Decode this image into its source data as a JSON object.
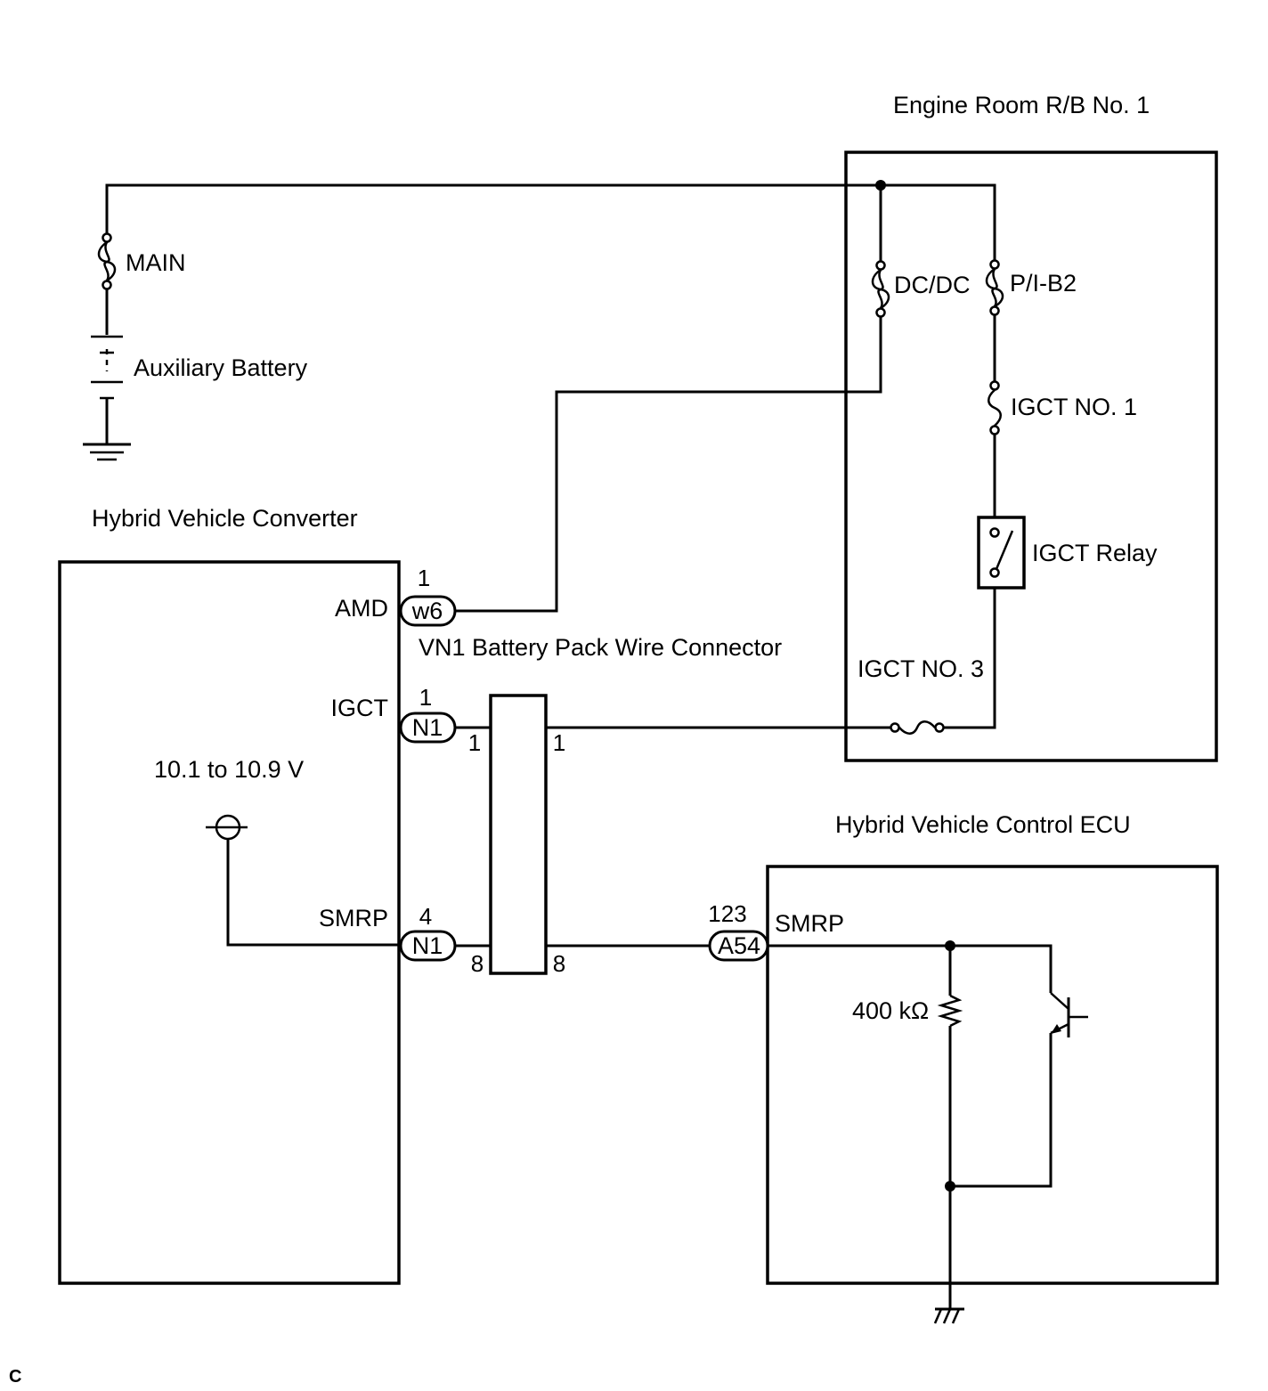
{
  "labels": {
    "engine_room_rb": "Engine Room  R/B No. 1",
    "main_fuse": "MAIN",
    "auxiliary_battery": "Auxiliary Battery",
    "dcdc_fuse": "DC/DC",
    "pib2_fuse": "P/I-B2",
    "igct_no1_fuse": "IGCT NO. 1",
    "igct_relay": "IGCT Relay",
    "igct_no3_fuse": "IGCT NO. 3",
    "hv_converter": "Hybrid Vehicle Converter",
    "vn1_connector": "VN1 Battery Pack Wire Connector",
    "hv_control_ecu": "Hybrid Vehicle Control ECU",
    "voltage": "10.1 to 10.9 V",
    "resistor": "400 kΩ",
    "footer_code": "C"
  },
  "converter_terminals": {
    "amd": {
      "name": "AMD",
      "pin": "1",
      "connector": "w6"
    },
    "igct": {
      "name": "IGCT",
      "pin": "1",
      "connector": "N1"
    },
    "smrp": {
      "name": "SMRP",
      "pin": "4",
      "connector": "N1"
    }
  },
  "vn1_pins": {
    "igct_left": "1",
    "igct_right": "1",
    "smrp_left": "8",
    "smrp_right": "8"
  },
  "ecu_terminal": {
    "name": "SMRP",
    "pin": "123",
    "connector": "A54"
  }
}
